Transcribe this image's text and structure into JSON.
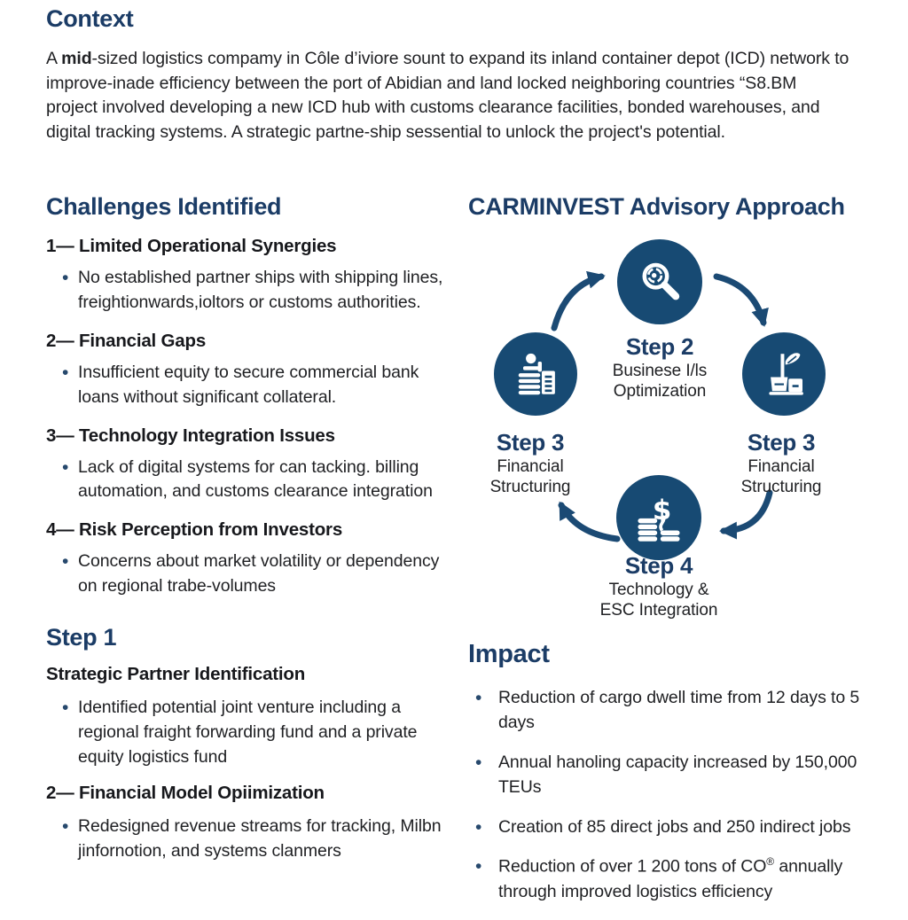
{
  "colors": {
    "heading_navy": "#1b3c66",
    "circle_navy": "#174a73",
    "arrow_navy": "#1b4a74",
    "body_text": "#202124"
  },
  "context": {
    "heading": "Context",
    "body_pre": "A ",
    "body_bold": "mid",
    "body_rest": "-sized logistics compamy in Côle d’iviore sount to expand its inland container depot (ICD) network to improve-inade efficiency between the port of Abidian and land locked neighboring countries “S8.BM project involved developing a new ICD hub with customs clearance facilities, bonded warehouses, and digital tracking systems. A strategic partne-ship sessential to unlock the project's potential."
  },
  "challenges": {
    "heading": "Challenges Identified",
    "items": [
      {
        "title": "1— Limited Operational Synergies",
        "bullet": "No established partner ships with shipping lines, freightionwards,ioltors or customs authorities."
      },
      {
        "title": "2— Financial Gaps",
        "bullet": "Insufficient equity to secure commercial bank loans without significant collateral."
      },
      {
        "title": "3— Technology Integration Issues",
        "bullet": "Lack of digital systems for can tacking. billing automation, and customs clearance integration"
      },
      {
        "title": "4— Risk Perception from Investors",
        "bullet": "Concerns about market volatility or dependency on regional trabe-volumes"
      }
    ]
  },
  "step1": {
    "heading": "Step 1",
    "subheading": "Strategic Partner Identification",
    "bullet1": "Identified potential joint venture including a regional fraight forwarding fund and a private equity logistics fund",
    "subheading2": "2— Financial Model Opiimization",
    "bullet2": "Redesigned revenue streams for tracking, Milbn jinfornotion, and systems clanmers"
  },
  "approach": {
    "heading": "CARMINVEST Advisory Approach",
    "steps": [
      {
        "label": "Step 2",
        "line1": "Businese I/ls",
        "line2": "Optimization",
        "icon": "magnifier-icon"
      },
      {
        "label": "Step 3",
        "line1": "Financial",
        "line2": "Structuring",
        "icon": "person-documents-icon"
      },
      {
        "label": "Step 3",
        "line1": "Financial",
        "line2": "Structuring",
        "icon": "quill-inkwell-icon"
      },
      {
        "label": "Step 4",
        "line1": "Technology &",
        "line2": "ESC Integration",
        "icon": "dollar-coins-icon"
      }
    ]
  },
  "impact": {
    "heading": "Impact",
    "items": [
      {
        "pre": "Reduction of cargo dwell time from 12 days to 5 days",
        "sup": "",
        "post": ""
      },
      {
        "pre": "Annual hanoling capacity increased by 150,000 TEUs",
        "sup": "",
        "post": ""
      },
      {
        "pre": "Creation of 85 direct jobs and 250 indirect jobs",
        "sup": "",
        "post": ""
      },
      {
        "pre": "Reduction of over 1 200 tons of CO",
        "sup": "®",
        "post": " annually through improved logistics efficiency"
      }
    ]
  }
}
